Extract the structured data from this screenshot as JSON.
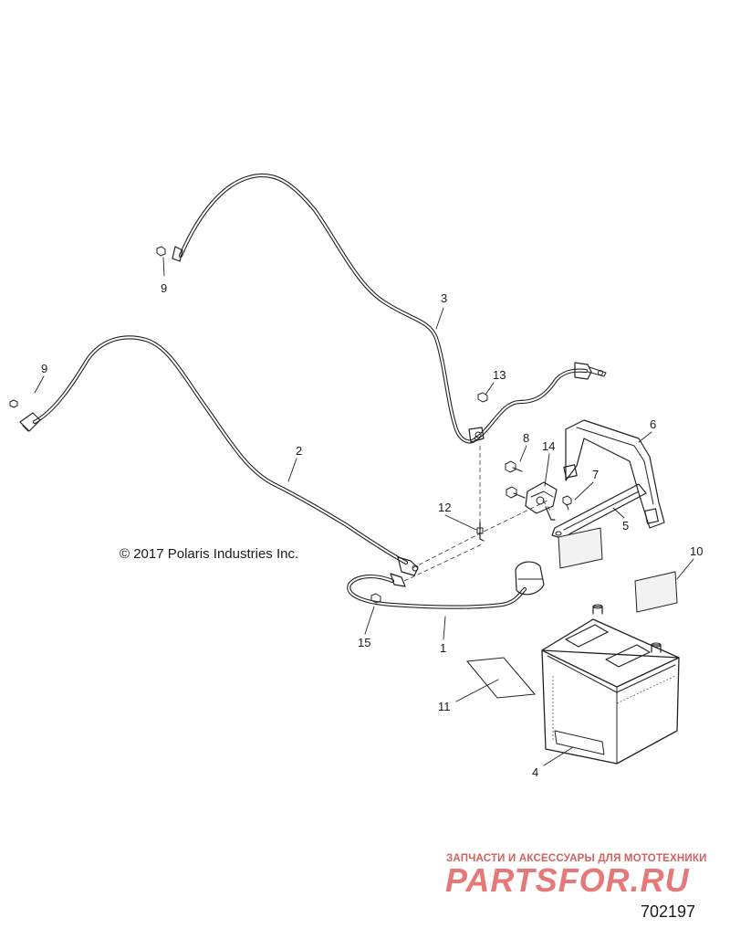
{
  "copyright": "© 2017 Polaris Industries Inc.",
  "drawing_number": "702197",
  "watermark": {
    "tagline": "ЗАПЧАСТИ И АКСЕССУАРЫ ДЛЯ МОТОТЕХНИКИ",
    "logo_text": "PARTSFOR.RU",
    "color": "#e04b4b"
  },
  "callouts": {
    "c1": "1",
    "c2": "2",
    "c3": "3",
    "c4": "4",
    "c5": "5",
    "c6": "6",
    "c7": "7",
    "c8": "8",
    "c9a": "9",
    "c9b": "9",
    "c10": "10",
    "c11": "11",
    "c12": "12",
    "c13": "13",
    "c14": "14",
    "c15": "15"
  }
}
